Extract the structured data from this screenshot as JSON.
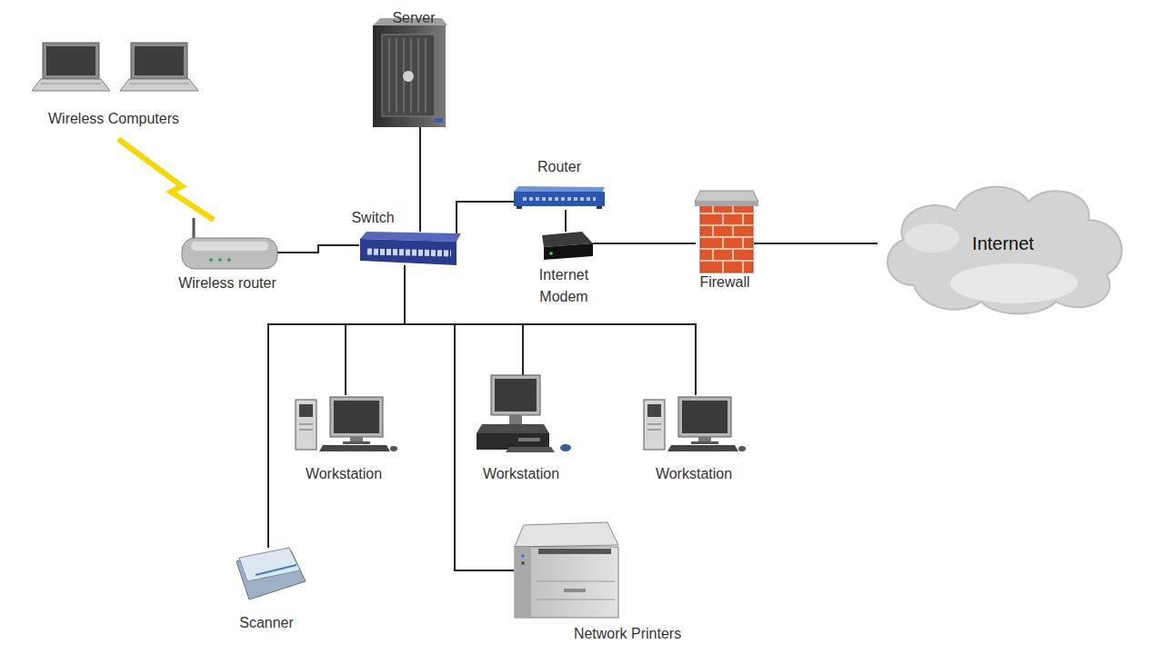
{
  "diagram": {
    "nodes": [
      {
        "text": [
          "Server"
        ]
      },
      {
        "text": [
          "Wireless Computers"
        ]
      },
      {
        "text": [
          "Router"
        ]
      },
      {
        "text": [
          "Switch"
        ]
      },
      {
        "text": [
          "Wireless router"
        ]
      },
      {
        "text": [
          "Internet Modem"
        ]
      },
      {
        "text": [
          "Firewall"
        ]
      },
      {
        "text": [
          "Internet"
        ]
      },
      {
        "text": [
          "Workstation"
        ]
      },
      {
        "text": [
          "Workstation"
        ]
      },
      {
        "text": [
          "Workstation"
        ]
      },
      {
        "text": [
          "Scanner"
        ]
      },
      {
        "text": [
          "Network Printers"
        ]
      }
    ],
    "edges": [
      {
        "from": 0,
        "to": 3,
        "arrow": "none"
      },
      {
        "from": 1,
        "to": 4,
        "arrow": "none"
      },
      {
        "from": 4,
        "to": 3,
        "arrow": "none"
      },
      {
        "from": 3,
        "to": 2,
        "arrow": "none"
      },
      {
        "from": 2,
        "to": 5,
        "arrow": "none"
      },
      {
        "from": 5,
        "to": 6,
        "arrow": "none"
      },
      {
        "from": 6,
        "to": 7,
        "arrow": "none"
      },
      {
        "from": 3,
        "to": 11,
        "arrow": "none"
      },
      {
        "from": 3,
        "to": 8,
        "arrow": "none"
      },
      {
        "from": 3,
        "to": 12,
        "arrow": "none"
      },
      {
        "from": 3,
        "to": 9,
        "arrow": "none"
      },
      {
        "from": 3,
        "to": 10,
        "arrow": "none"
      }
    ]
  }
}
